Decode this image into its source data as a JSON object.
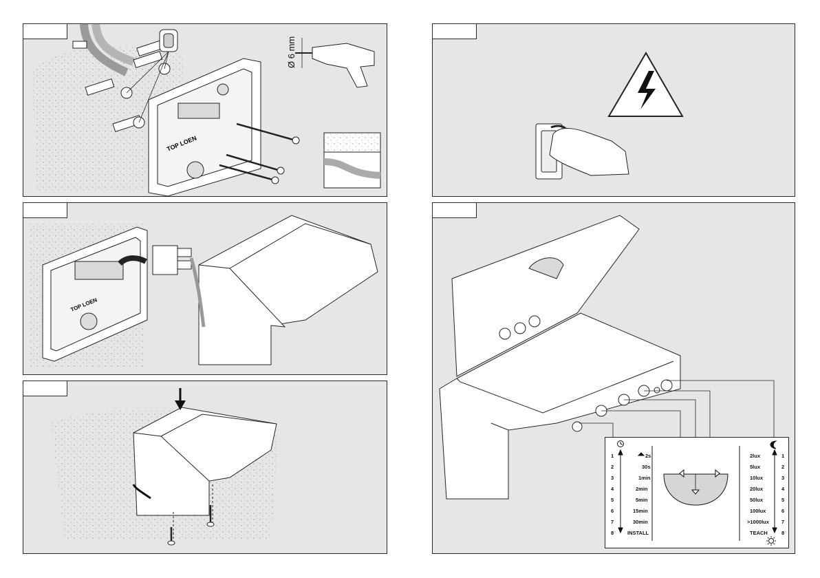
{
  "drill": {
    "label": "Ø 6 mm"
  },
  "brand": {
    "text": "TOP LOEN"
  },
  "legend": {
    "time_values": [
      "2s",
      "30s",
      "1min",
      "2min",
      "5min",
      "15min",
      "30min",
      "INSTALL"
    ],
    "lux_values": [
      "2lux",
      "5lux",
      "10lux",
      "20lux",
      "50lux",
      "100lux",
      ">1000lux",
      "TEACH"
    ],
    "step_numbers": [
      "1",
      "2",
      "3",
      "4",
      "5",
      "6",
      "7",
      "8"
    ]
  },
  "icons": {
    "time": "clock-icon",
    "night": "moon-icon",
    "day": "sun-icon",
    "presence": "person-icon",
    "hazard": "high-voltage-warning-icon"
  }
}
